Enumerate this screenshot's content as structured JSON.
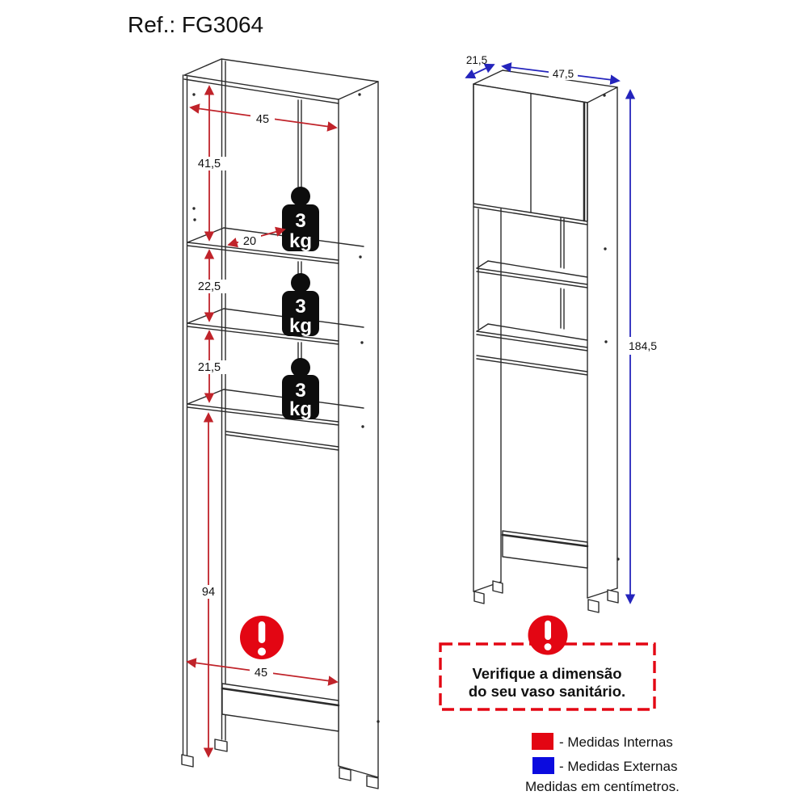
{
  "title": "Ref.: FG3064",
  "colors": {
    "internal_red": "#e30613",
    "external_blue": "#0b0bdf",
    "arrow_red": "#c0232a",
    "arrow_blue": "#2424bc"
  },
  "front_view": {
    "dim_top_width": "45",
    "dim_top_section_height": "41,5",
    "dim_shelf_depth": "20",
    "dim_middle_section_height": "22,5",
    "dim_lower_section_height": "21,5",
    "dim_bottom_section_height": "94",
    "dim_bottom_width": "45",
    "weights": [
      {
        "value": "3",
        "unit": "kg"
      },
      {
        "value": "3",
        "unit": "kg"
      },
      {
        "value": "3",
        "unit": "kg"
      }
    ]
  },
  "side_view": {
    "dim_depth": "21,5",
    "dim_width": "47,5",
    "dim_height": "184,5"
  },
  "warning": {
    "line1": "Verifique a dimensão",
    "line2": "do seu vaso sanitário."
  },
  "legend": {
    "internal": "- Medidas Internas",
    "external": "- Medidas Externas",
    "note": "Medidas em centímetros."
  }
}
